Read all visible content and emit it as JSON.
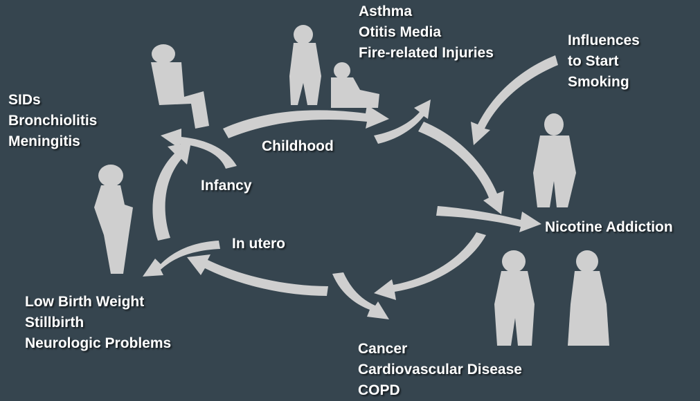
{
  "stages": {
    "childhood": "Childhood",
    "infancy": "Infancy",
    "in_utero": "In utero",
    "nicotine": "Nicotine Addiction"
  },
  "outcomes": {
    "childhood": [
      "Asthma",
      "Otitis Media",
      "Fire-related Injuries"
    ],
    "influences": [
      "Influences",
      "to Start",
      "Smoking"
    ],
    "infancy": [
      "SIDs",
      "Bronchiolitis",
      "Meningitis"
    ],
    "birth": [
      "Low Birth Weight",
      "Stillbirth",
      "Neurologic Problems"
    ],
    "adult": [
      "Cancer",
      "Cardiovascular Disease",
      "COPD"
    ]
  },
  "colors": {
    "background": "#36454f",
    "arrow": "#cfcfcf",
    "text": "#ffffff"
  }
}
